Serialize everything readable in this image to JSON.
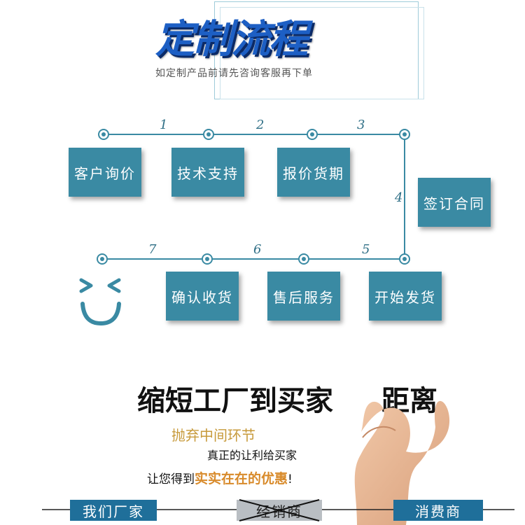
{
  "header": {
    "title": "定制流程",
    "subtitle": "如定制产品前请先咨询客服再下单"
  },
  "flow": {
    "steps": [
      "客户询价",
      "技术支持",
      "报价货期",
      "签订合同",
      "开始发货",
      "售后服务",
      "确认收货"
    ],
    "numbers": [
      "1",
      "2",
      "3",
      "4",
      "5",
      "6",
      "7"
    ]
  },
  "promo": {
    "headline_left": "缩短工厂到买家",
    "headline_right": "距离",
    "line1": "抛弃中间环节",
    "line2": "真正的让利给买家",
    "line3_pre": "让您得到",
    "line3_highlight": "实实在在的优惠",
    "line3_post": "!"
  },
  "chain": {
    "left": "我们厂家",
    "middle": "经销商",
    "right": "消费商"
  },
  "colors": {
    "accent": "#3a8aa3",
    "title": "#1d5fc4",
    "gold": "#c79a3b",
    "chain": "#1f6f9a"
  }
}
